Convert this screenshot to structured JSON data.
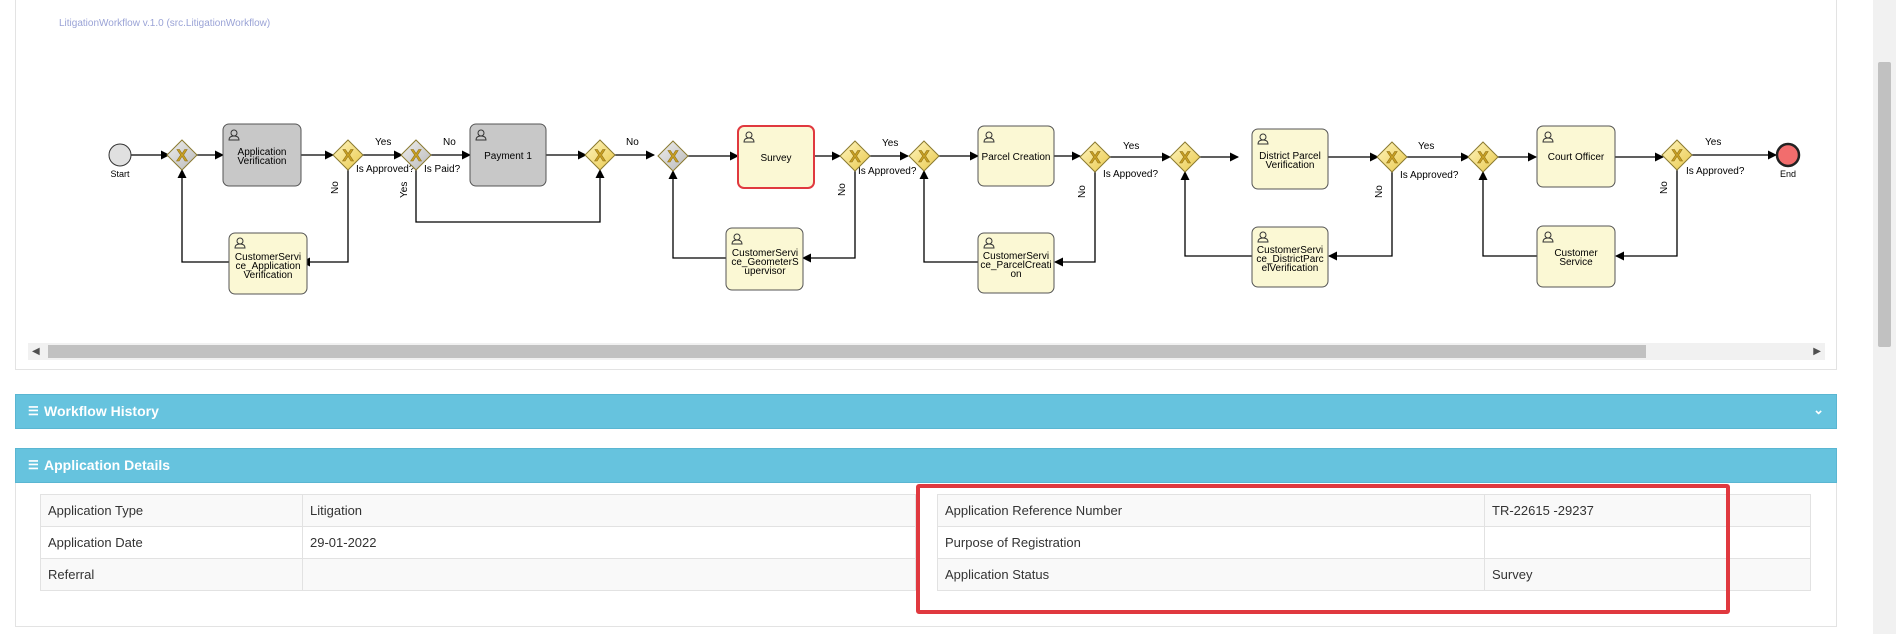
{
  "workflow": {
    "title": "LitigationWorkflow v.1.0 (src.LitigationWorkflow)",
    "start_label": "Start",
    "end_label": "End",
    "tasks": {
      "application_verification": [
        "Application",
        "Verification"
      ],
      "payment": [
        "Payment 1"
      ],
      "survey": [
        "Survey"
      ],
      "parcel_creation": [
        "Parcel Creation"
      ],
      "district_parcel": [
        "District Parcel",
        "Verification"
      ],
      "court_officer": [
        "Court Officer"
      ],
      "cs_application": [
        "CustomerServi",
        "ce_Application",
        "Verification"
      ],
      "cs_geometer": [
        "CustomerServi",
        "ce_GeometerS",
        "upervisor"
      ],
      "cs_parcel": [
        "CustomerServi",
        "ce_ParcelCreati",
        "on"
      ],
      "cs_district": [
        "CustomerServi",
        "ce_DistrictParc",
        "elVerification"
      ],
      "customer_service": [
        "Customer",
        "Service"
      ]
    },
    "flow_labels": {
      "yes": "Yes",
      "no": "No",
      "is_approved": "Is Approved?",
      "is_appoved": "Is Appoved?",
      "is_paid": "Is Paid?"
    }
  },
  "workflow_history": {
    "title": "Workflow History"
  },
  "application_details": {
    "title": "Application Details",
    "left_rows": [
      {
        "label": "Application Type",
        "value": "Litigation"
      },
      {
        "label": "Application Date",
        "value": "29-01-2022"
      },
      {
        "label": "Referral",
        "value": ""
      }
    ],
    "right_rows": [
      {
        "label": "Application Reference Number",
        "value": "TR-22615 -29237"
      },
      {
        "label": "Purpose of Registration",
        "value": ""
      },
      {
        "label": "Application Status",
        "value": "Survey"
      }
    ]
  },
  "colors": {
    "panel_header": "#66c3de",
    "highlight": "#e0393f",
    "active_task_border": "#e0393f",
    "task_fill": "#fbf8d4",
    "gateway_fill": "#f3d65b"
  },
  "icons": {
    "panel_icon": "list-icon",
    "collapse_icon": "chevron-down-icon",
    "task_icon": "user-icon",
    "gateway_icon": "exclusive-gateway-icon"
  }
}
